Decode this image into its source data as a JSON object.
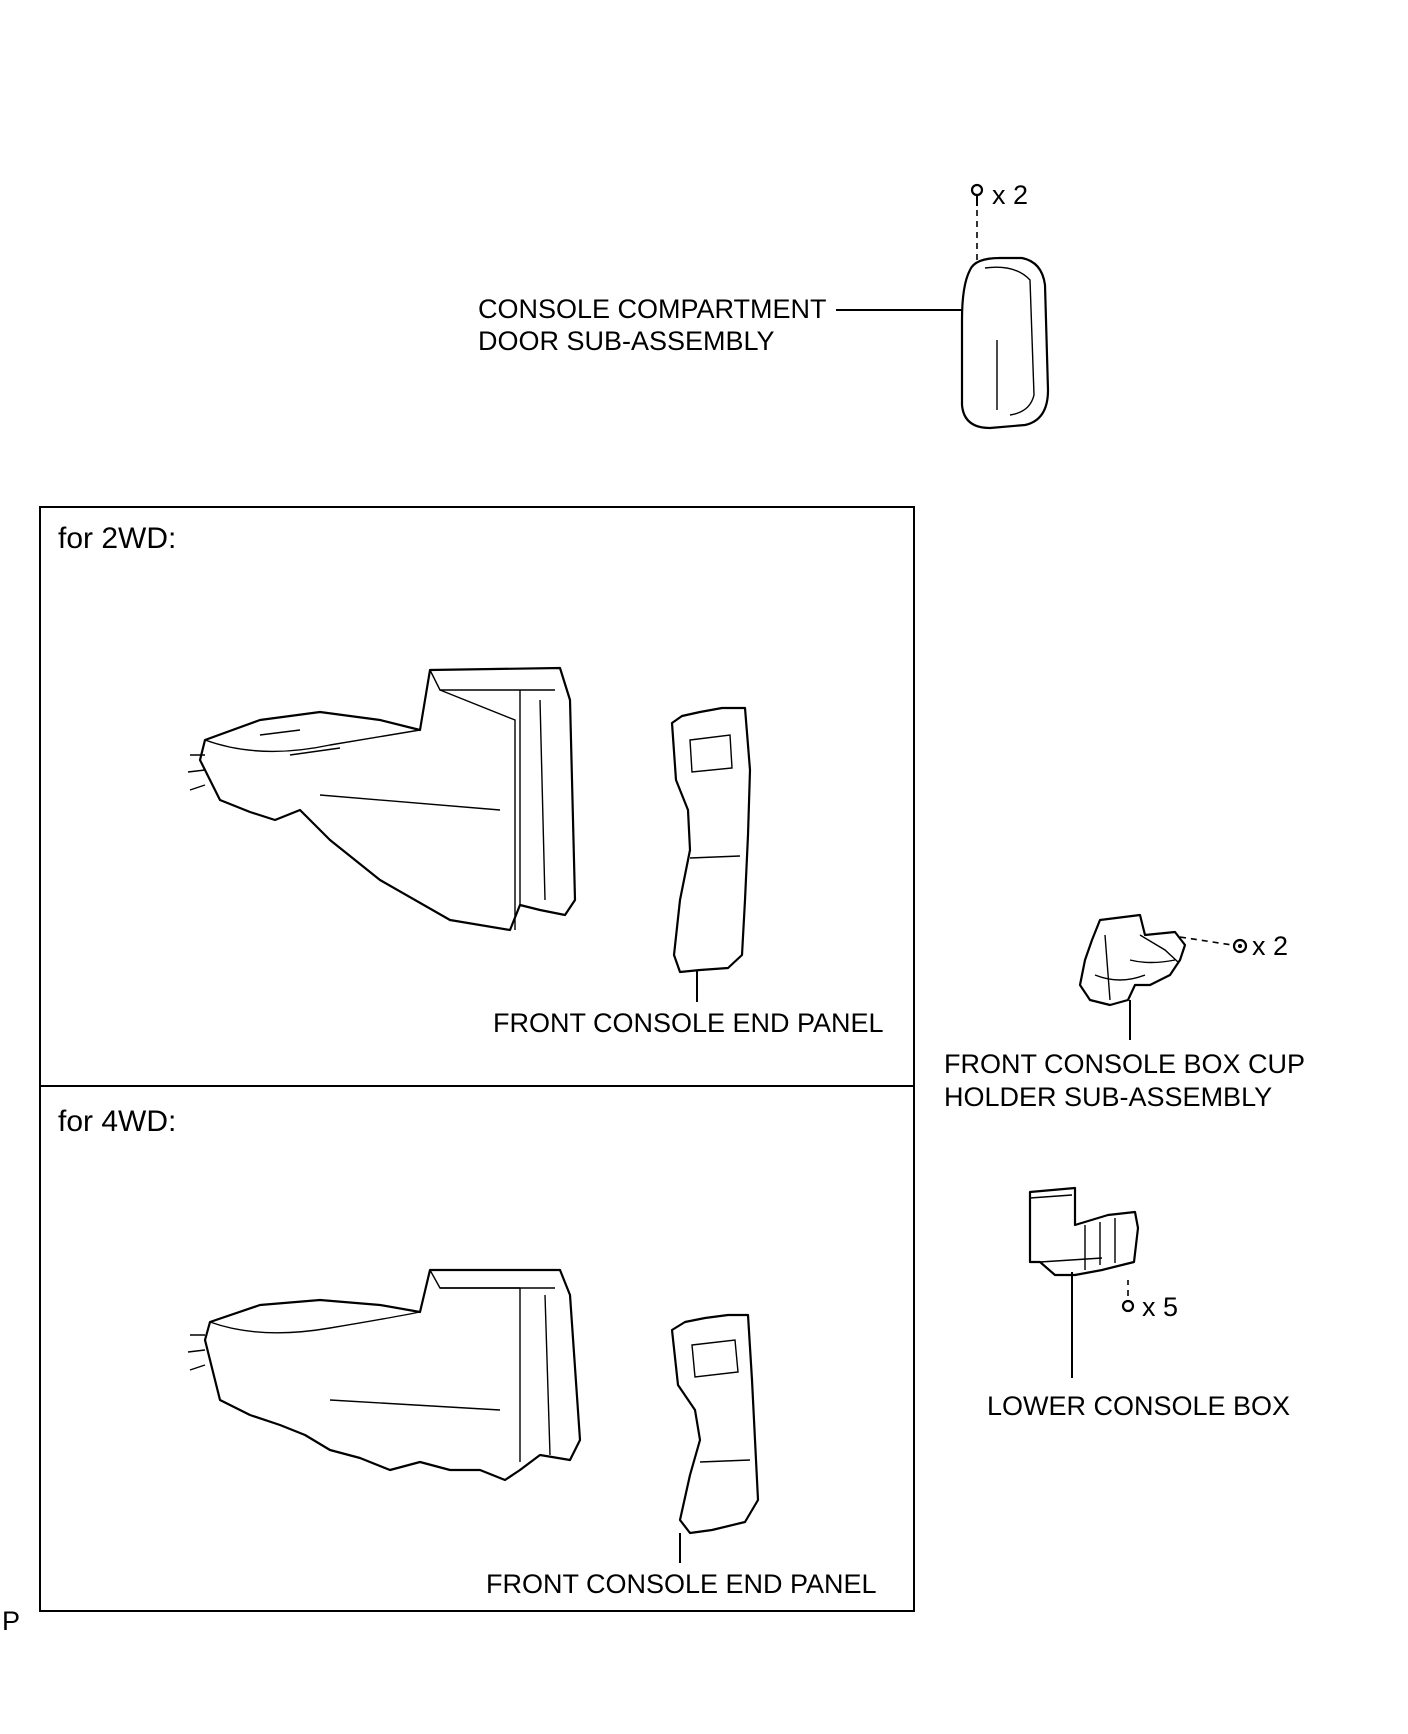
{
  "parts": {
    "door": {
      "label_line1": "CONSOLE COMPARTMENT",
      "label_line2": "DOOR SUB-ASSEMBLY",
      "fastener_qty": "x 2"
    },
    "cup_holder": {
      "label_line1": "FRONT CONSOLE BOX CUP",
      "label_line2": "HOLDER SUB-ASSEMBLY",
      "fastener_qty": "x 2"
    },
    "lower_box": {
      "label": "LOWER CONSOLE BOX",
      "fastener_qty": "x 5"
    }
  },
  "variants": [
    {
      "heading": "for 2WD:",
      "end_panel_label": "FRONT CONSOLE END PANEL"
    },
    {
      "heading": "for 4WD:",
      "end_panel_label": "FRONT CONSOLE END PANEL"
    }
  ],
  "corner_mark": "P"
}
